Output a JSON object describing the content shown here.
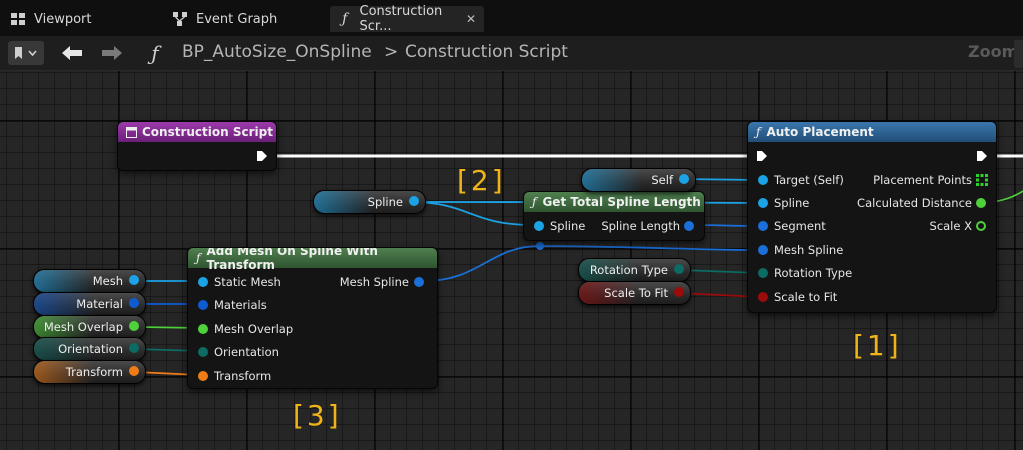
{
  "tabs": [
    {
      "label": "Viewport",
      "icon": "viewport-icon"
    },
    {
      "label": "Event Graph",
      "icon": "graph-icon"
    },
    {
      "label": "Construction Scr...",
      "icon": "function-icon",
      "close": "✕"
    }
  ],
  "toolbar": {
    "breadcrumb_blueprint": "BP_AutoSize_OnSpline",
    "breadcrumb_sep": ">",
    "breadcrumb_graph": "Construction Script",
    "zoom_label": "Zoom"
  },
  "colors": {
    "object_pin": "#1ca3e6",
    "struct_pin": "#0e5cd1",
    "spline_pin": "#1a6fd8",
    "enum_pin": "#0c6b63",
    "bool_pin": "#9b0b0b",
    "float_pin": "#4fd13c",
    "transform_pin": "#f07c17",
    "exec": "#ffffff",
    "annotation": "#f0b419"
  },
  "nodes": {
    "construction_script": {
      "title": "Construction Script",
      "header_color": "#8b2d9a"
    },
    "auto_placement": {
      "title": "Auto Placement",
      "header_color": "#2b5d8a",
      "inputs": [
        "Target (Self)",
        "Spline",
        "Segment",
        "Mesh Spline",
        "Rotation Type",
        "Scale to Fit"
      ],
      "outputs": [
        "Placement Points",
        "Calculated Distance",
        "Scale X"
      ]
    },
    "get_total_spline_length": {
      "title": "Get Total Spline Length",
      "header_color": "#3f6a3f",
      "input": "Spline",
      "output": "Spline Length"
    },
    "add_mesh_on_spline": {
      "title": "Add Mesh On Spline With Transform",
      "header_color": "#3f6a3f",
      "inputs": [
        "Static Mesh",
        "Materials",
        "Mesh Overlap",
        "Orientation",
        "Transform"
      ],
      "output": "Mesh Spline"
    }
  },
  "variables": {
    "self": "Self",
    "spline": "Spline",
    "rotation_type": "Rotation Type",
    "scale_to_fit": "Scale To Fit",
    "mesh": "Mesh",
    "material": "Material",
    "mesh_overlap": "Mesh Overlap",
    "orientation": "Orientation",
    "transform": "Transform"
  },
  "annotations": {
    "one": "[1]",
    "two": "[2]",
    "three": "[3]"
  }
}
